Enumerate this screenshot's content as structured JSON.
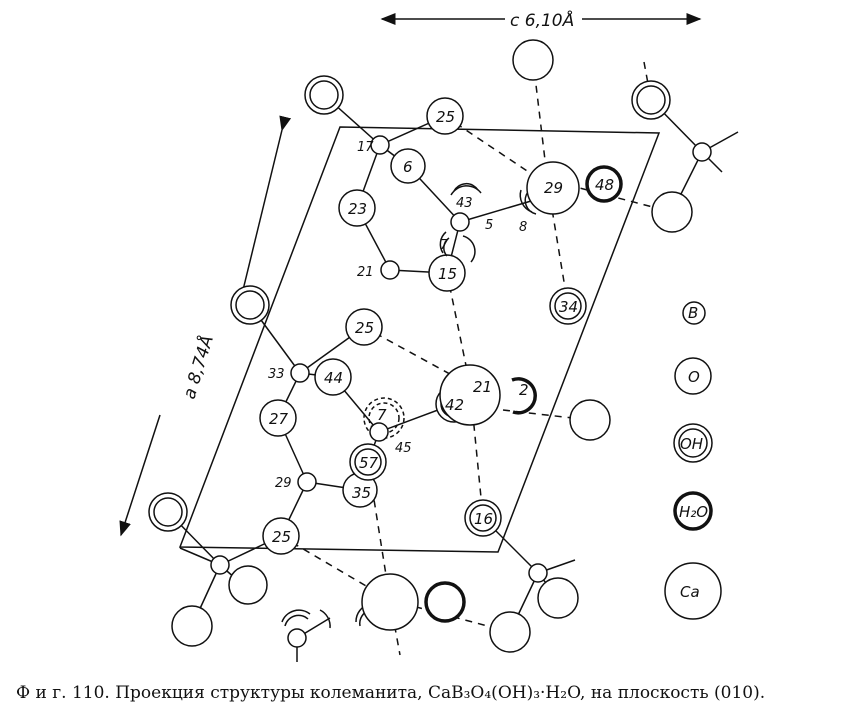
{
  "axes": {
    "c_label": "c 6,10Å",
    "a_label": "a 8,74Å"
  },
  "atom_labels": {
    "n25_top": "25",
    "n6": "6",
    "n17": "17",
    "n23": "23",
    "n43": "43",
    "n5": "5",
    "n8": "8",
    "n29_top": "29",
    "n48": "48",
    "n7_top": "7",
    "n21_left": "21",
    "n15": "15",
    "n34": "34",
    "n25_mid": "25",
    "n33": "33",
    "n44": "44",
    "n21_mid": "21",
    "n2": "2",
    "n42": "42",
    "n7_mid": "7",
    "n27": "27",
    "n45": "45",
    "n57": "57",
    "n29_low": "29",
    "n35": "35",
    "n16": "16",
    "n25_low": "25"
  },
  "legend": {
    "boron": "B",
    "oxygen": "O",
    "hydroxyl": "OH",
    "water": "H₂O",
    "calcium": "Ca"
  },
  "caption": "Ф и г. 110. Проекция структуры колеманита, CaB₃O₄(OH)₃·H₂O, на плоскость (010)."
}
